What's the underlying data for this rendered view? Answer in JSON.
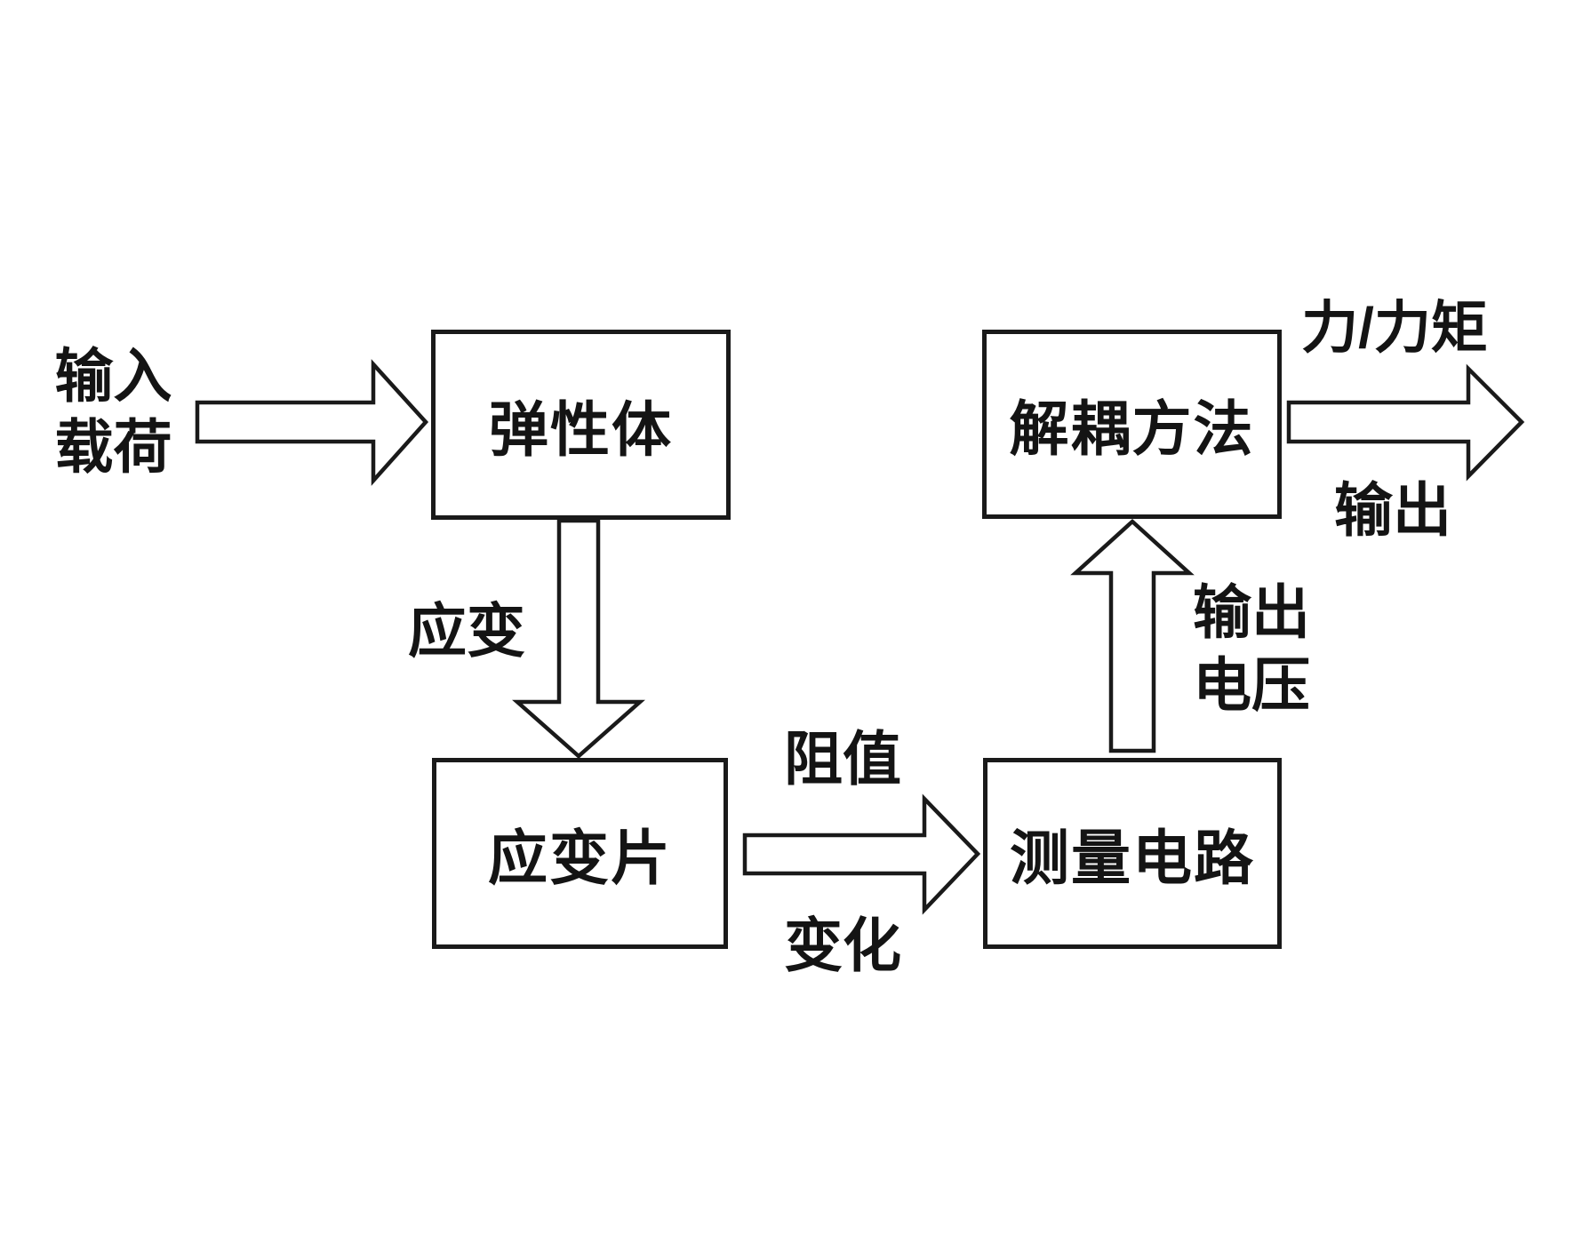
{
  "diagram": {
    "title_implied": "force-torque sensor measurement flow",
    "boxes": {
      "elastic_body": "弹性体",
      "strain_gauge": "应变片",
      "decoupling_method": "解耦方法",
      "measurement_circuit": "测量电路"
    },
    "labels": {
      "input_load": "输入\n载荷",
      "strain": "应变",
      "resistance": "阻值",
      "change": "变化",
      "output_voltage": "输出\n电压",
      "force_torque": "力/力矩",
      "output": "输出"
    },
    "colors": {
      "stroke": "#1a1a1a",
      "background": "#ffffff"
    }
  }
}
